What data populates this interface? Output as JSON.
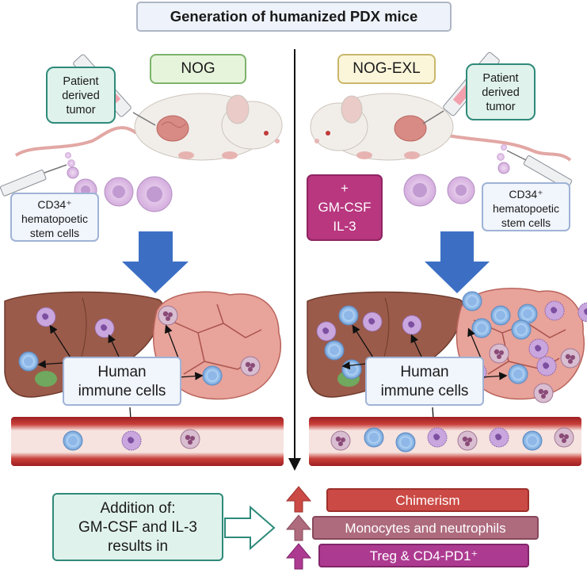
{
  "title": "Generation of humanized PDX mice",
  "left": {
    "strain": "NOG",
    "tumor_label": [
      "Patient",
      "derived",
      "tumor"
    ],
    "cd34_label": [
      "CD34⁺",
      "hematopoetic",
      "stem cells"
    ],
    "immune_label": [
      "Human",
      "immune cells"
    ]
  },
  "right": {
    "strain": "NOG-EXL",
    "cytokine_label": [
      "+",
      "GM-CSF",
      "IL-3"
    ],
    "tumor_label": [
      "Patient",
      "derived",
      "tumor"
    ],
    "cd34_label": [
      "CD34⁺",
      "hematopoetic",
      "stem cells"
    ],
    "immune_label": [
      "Human",
      "immune cells"
    ]
  },
  "summary": {
    "addition_label": [
      "Addition of:",
      "GM-CSF and IL-3",
      "results in"
    ],
    "results": [
      "Chimerism",
      "Monocytes and neutrophils",
      "Treg & CD4-PD1⁺"
    ]
  },
  "colors": {
    "down_arrow": "#3c6fc4",
    "liver": "#9b5b4a",
    "tumor_mass": "#e8a39a",
    "vessel": "#b8312f",
    "chimerism": "#cb4a45",
    "monocytes": "#ae6b7e",
    "treg": "#ad3a91",
    "gmcsf_box": "#b8377f"
  }
}
